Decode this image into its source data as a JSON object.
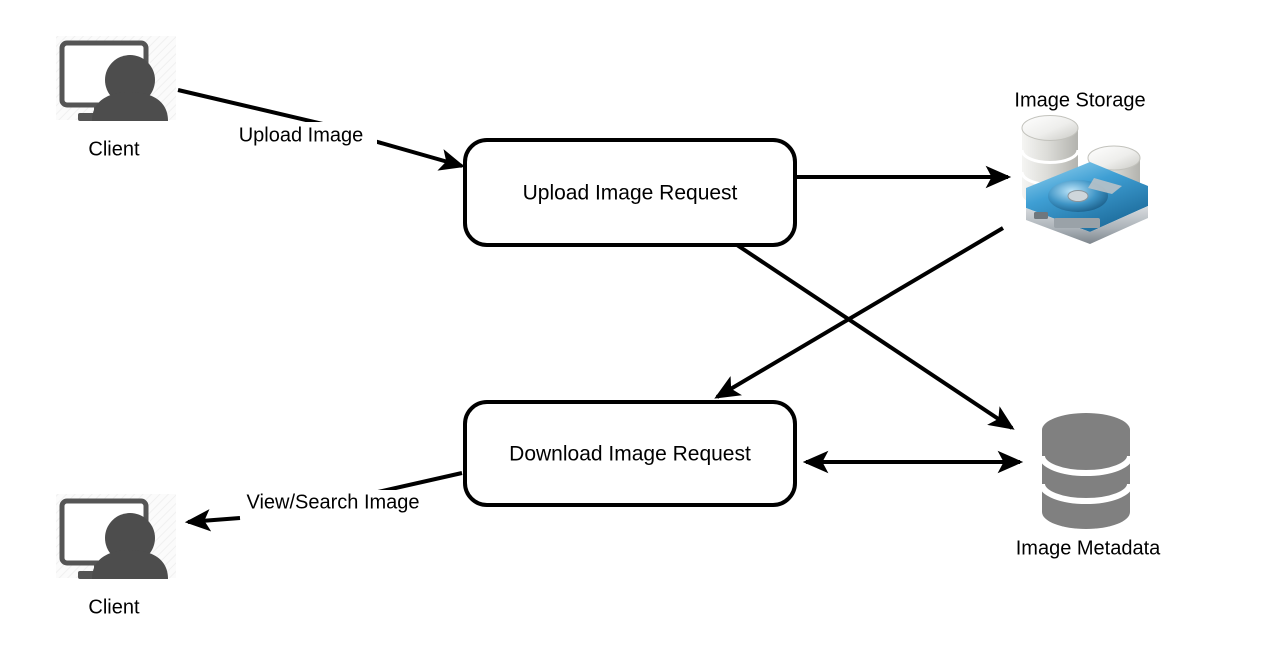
{
  "diagram": {
    "type": "architecture-flow-diagram",
    "background_color": "#ffffff",
    "stroke_color": "#000000",
    "nodes": {
      "client_top": {
        "label": "Client",
        "icon": "client-computer-user-icon",
        "icon_colors": {
          "screen_outline": "#555555",
          "person": "#4d4d4d",
          "panel": "#f7f7f7"
        }
      },
      "client_bottom": {
        "label": "Client",
        "icon": "client-computer-user-icon",
        "icon_colors": {
          "screen_outline": "#555555",
          "person": "#4d4d4d",
          "panel": "#f7f7f7"
        }
      },
      "upload_request": {
        "label": "Upload Image Request",
        "shape": "rounded-rectangle"
      },
      "download_request": {
        "label": "Download Image Request",
        "shape": "rounded-rectangle"
      },
      "image_storage": {
        "label": "Image Storage",
        "icon": "disk-storage-icon",
        "icon_colors": {
          "disk_blue": "#3c9fd6",
          "cylinder_silver": "#e8e8e8",
          "body_gray": "#a8b0b5"
        }
      },
      "image_metadata": {
        "label": "Image Metadata",
        "icon": "database-cylinder-icon",
        "icon_colors": {
          "cylinder_gray": "#808080"
        }
      }
    },
    "edges": [
      {
        "id": "client-to-upload",
        "label": "Upload Image",
        "from": "client_top",
        "to": "upload_request",
        "arrow": "single"
      },
      {
        "id": "upload-to-storage",
        "label": "",
        "from": "upload_request",
        "to": "image_storage",
        "arrow": "single"
      },
      {
        "id": "upload-to-metadata",
        "label": "",
        "from": "upload_request",
        "to": "image_metadata",
        "arrow": "single"
      },
      {
        "id": "storage-to-download",
        "label": "",
        "from": "image_storage",
        "to": "download_request",
        "arrow": "single"
      },
      {
        "id": "download-to-metadata",
        "label": "",
        "from": "download_request",
        "to": "image_metadata",
        "arrow": "double"
      },
      {
        "id": "download-to-client",
        "label": "View/Search Image",
        "from": "download_request",
        "to": "client_bottom",
        "arrow": "single"
      }
    ]
  }
}
